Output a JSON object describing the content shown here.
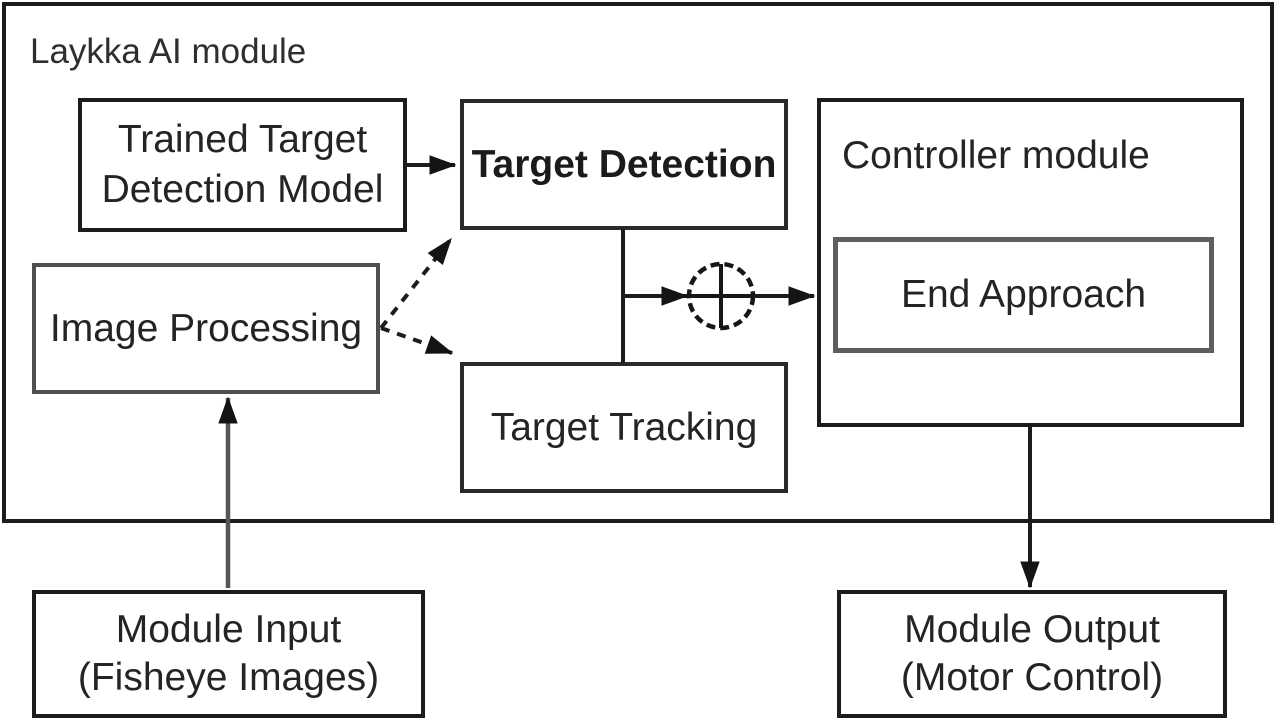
{
  "diagram": {
    "container_label": "Laykka AI module",
    "nodes": {
      "trained_model": {
        "line1": "Trained Target",
        "line2": "Detection Model"
      },
      "target_detection": {
        "label": "Target Detection"
      },
      "image_processing": {
        "label": "Image Processing"
      },
      "target_tracking": {
        "label": "Target Tracking"
      },
      "controller_module": {
        "label": "Controller module"
      },
      "end_approach": {
        "label": "End Approach"
      },
      "module_input": {
        "line1": "Module Input",
        "line2": "(Fisheye Images)"
      },
      "module_output": {
        "line1": "Module Output",
        "line2": "(Motor Control)"
      }
    },
    "symbols": {
      "sum_junction": "circled-plus"
    },
    "colors": {
      "stroke": "#1c1c1c",
      "gray_stroke": "#4f4f4f",
      "input_arrow_line": "#565656",
      "text": "#242424",
      "background": "#ffffff"
    }
  }
}
